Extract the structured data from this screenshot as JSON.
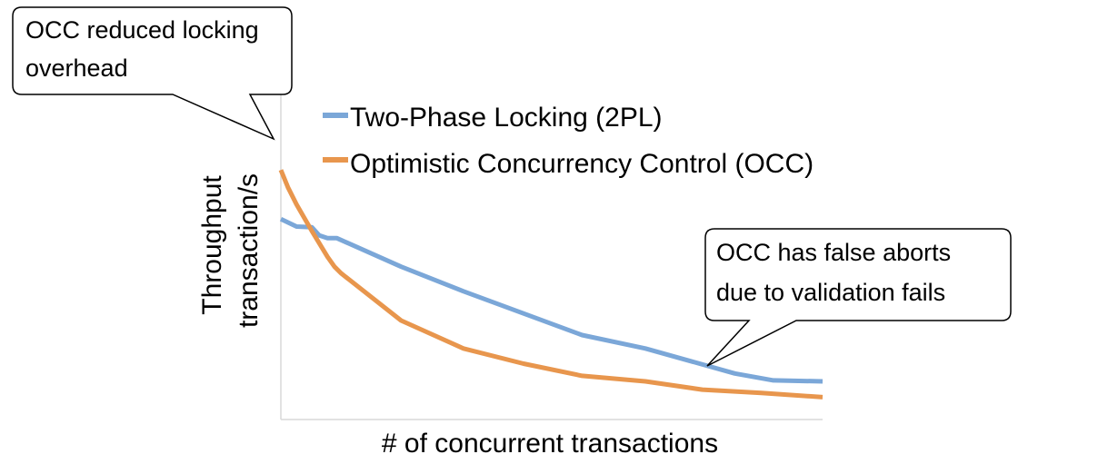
{
  "chart_data": {
    "type": "line",
    "xlabel": "# of concurrent transactions",
    "ylabel": [
      "Throughput",
      "transaction/s"
    ],
    "xlim": [
      0,
      100
    ],
    "ylim": [
      0,
      100
    ],
    "grid": false,
    "legend_position": "top",
    "series": [
      {
        "name": "Two-Phase Locking (2PL)",
        "color": "#7ba7d8",
        "x": [
          0,
          2.9,
          5.7,
          7.1,
          8.6,
          10.3,
          22.2,
          33.7,
          55.6,
          67.3,
          83.8,
          90.9,
          100
        ],
        "y": [
          61,
          58.7,
          58.5,
          56,
          55.2,
          55.2,
          46.5,
          39,
          25.7,
          21.6,
          14,
          11.9,
          11.6
        ]
      },
      {
        "name": "Optimistic Concurrency Control (OCC)",
        "color": "#e8964d",
        "x": [
          0,
          1.3,
          2.9,
          4.2,
          5.7,
          8.6,
          9.9,
          11.1,
          22.2,
          33.7,
          44.8,
          55.6,
          67.3,
          77.8,
          88.7,
          100
        ],
        "y": [
          75.9,
          70.7,
          65.4,
          61.7,
          57.4,
          49.5,
          46.5,
          44.5,
          30.1,
          21.6,
          17,
          13.3,
          11.6,
          9.1,
          8.1,
          6.8
        ]
      }
    ],
    "annotations": [
      {
        "lines": [
          "OCC reduced locking",
          "overhead"
        ]
      },
      {
        "lines": [
          "OCC has false aborts",
          "due to validation fails"
        ]
      }
    ]
  }
}
